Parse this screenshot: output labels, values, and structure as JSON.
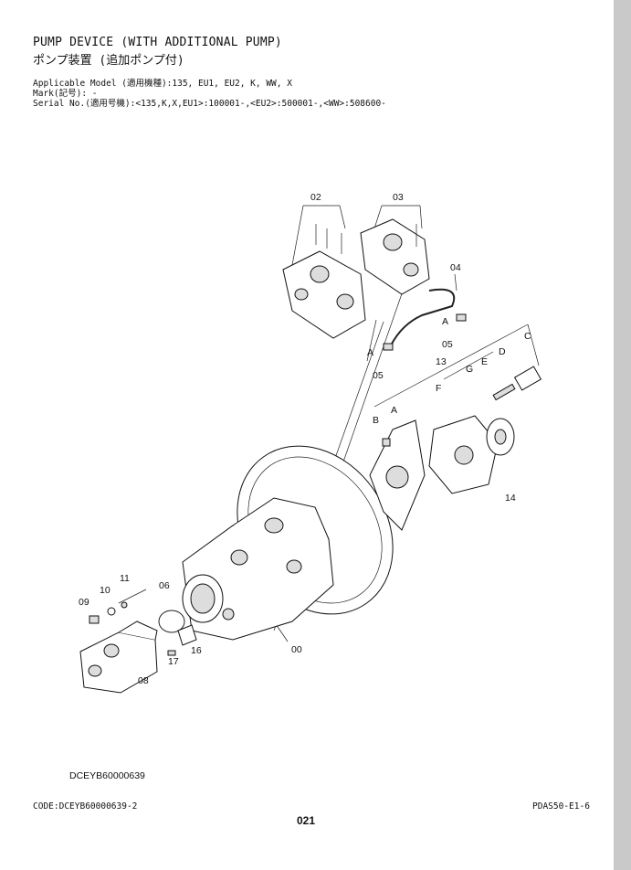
{
  "header": {
    "title_en": "PUMP DEVICE (WITH ADDITIONAL PUMP)",
    "title_jp": "ポンプ装置 (追加ポンプ付)",
    "applicable_model": "Applicable Model (適用機種):135, EU1, EU2, K, WW, X",
    "mark": "Mark(記号): -",
    "serial_no": "Serial No.(適用号機):<135,K,X,EU1>:100001-,<EU2>:500001-,<WW>:508600-"
  },
  "figure": {
    "part_labels": [
      "02",
      "03",
      "04",
      "05",
      "A",
      "05",
      "A",
      "C",
      "D",
      "E",
      "G",
      "13",
      "F",
      "A",
      "B",
      "14",
      "06",
      "11",
      "10",
      "09",
      "16",
      "17",
      "08",
      "00"
    ],
    "image_code": "DCEYB60000639"
  },
  "footer": {
    "code": "CODE:DCEYB60000639-2",
    "page_number": "021",
    "page_ref": "PDAS50-E1-6"
  }
}
